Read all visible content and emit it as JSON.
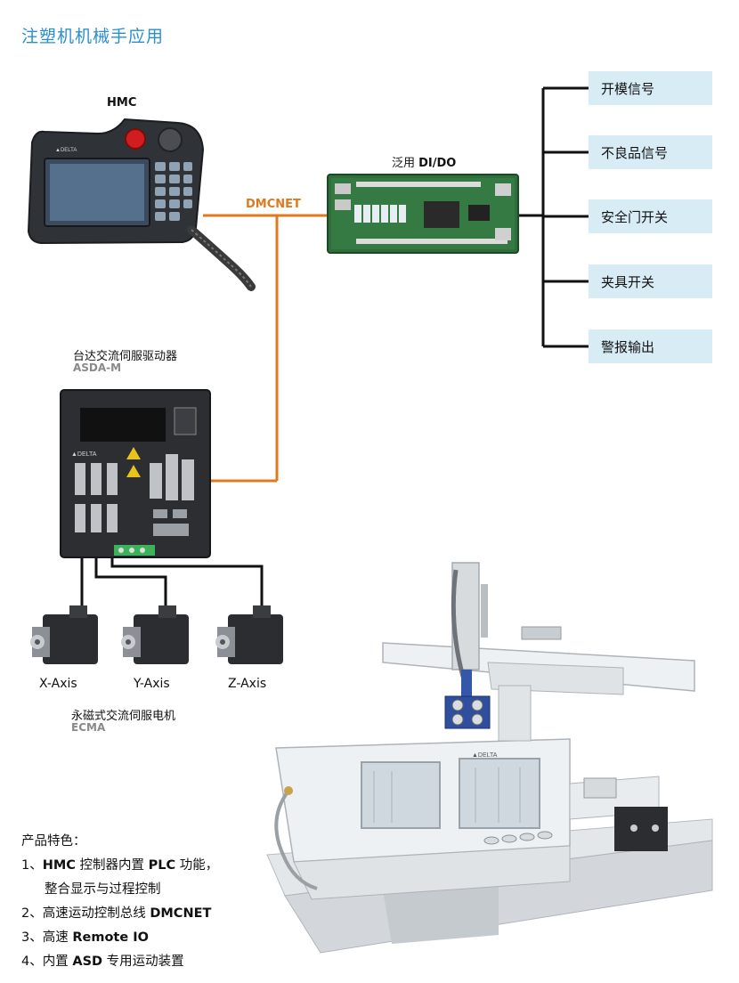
{
  "title": "注塑机机械手应用",
  "hmc": {
    "label": "HMC"
  },
  "dmcnet": {
    "label": "DMCNET"
  },
  "dido": {
    "label_prefix": "泛用 ",
    "label_bold": "DI/DO"
  },
  "signals": [
    "开模信号",
    "不良品信号",
    "安全门开关",
    "夹具开关",
    "警报输出"
  ],
  "drive": {
    "name": "台达交流伺服驱动器",
    "model": "ASDA-M"
  },
  "motors": {
    "axes": [
      "X-Axis",
      "Y-Axis",
      "Z-Axis"
    ],
    "name": "永磁式交流伺服电机",
    "model": "ECMA"
  },
  "features": {
    "heading": "产品特色：",
    "items": [
      {
        "num": "1、",
        "bold1": "HMC",
        "text1": " 控制器内置 ",
        "bold2": "PLC",
        "text2": " 功能，",
        "line2": "整合显示与过程控制"
      },
      {
        "num": "2、",
        "text1": "高速运动控制总线 ",
        "bold1": "DMCNET"
      },
      {
        "num": "3、",
        "text1": "高速 ",
        "bold1": "Remote IO"
      },
      {
        "num": "4、",
        "text1": "内置 ",
        "bold1": "ASD",
        "text2": " 专用运动装置"
      }
    ]
  },
  "colors": {
    "title": "#2a8fd0",
    "dmcnet": "#e07a1f",
    "signal_box": "#d8ecf6",
    "sub_label": "#8a8a8a"
  }
}
